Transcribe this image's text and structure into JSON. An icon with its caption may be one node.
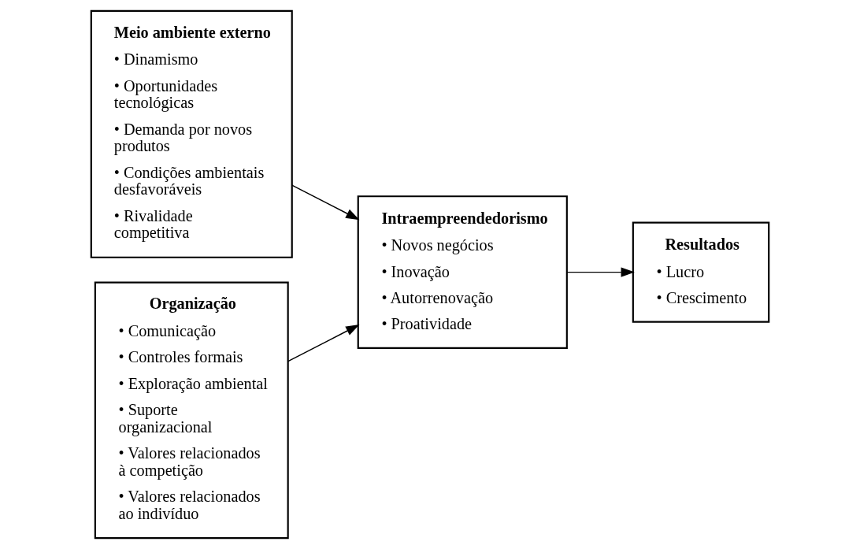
{
  "diagram": {
    "nodes": [
      {
        "text": [
          "Meio ambiente externo",
          "• Dinamismo",
          "• Oportunidades tecnológicas",
          "• Demanda por novos produtos",
          "• Condições ambientais desfavoráveis",
          "• Rivalidade competitiva"
        ]
      },
      {
        "text": [
          "Organização",
          "• Comunicação",
          "• Controles formais",
          "• Exploração ambiental",
          "• Suporte organizacional",
          "• Valores relacionados à competição",
          "• Valores relacionados ao indivíduo"
        ]
      },
      {
        "text": [
          "Intraempreendedorismo",
          "• Novos negócios",
          "• Inovação",
          "• Autorrenovação",
          "• Proatividade"
        ]
      },
      {
        "text": [
          "Resultados",
          "• Lucro",
          "• Crescimento"
        ]
      }
    ],
    "edges": [
      {
        "from": 0,
        "to": 2,
        "arrow": "to"
      },
      {
        "from": 1,
        "to": 2,
        "arrow": "to"
      },
      {
        "from": 2,
        "to": 3,
        "arrow": "to"
      }
    ]
  }
}
